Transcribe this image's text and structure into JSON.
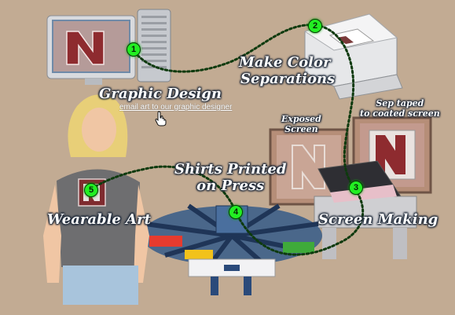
{
  "steps": [
    {
      "number": "1",
      "label": "Graphic Design"
    },
    {
      "number": "2",
      "label_lines": [
        "Make Color",
        "Separations"
      ]
    },
    {
      "number": "3",
      "label": "Screen Making"
    },
    {
      "number": "4",
      "label_lines": [
        "Shirts Printed",
        "on Press"
      ]
    },
    {
      "number": "5",
      "label": "Wearable Art"
    }
  ],
  "email_link": "email art to our graphic designer",
  "screen_labels": {
    "exposed": [
      "Exposed",
      "Screen"
    ],
    "sep_taped": [
      "Sep taped",
      "to coated screen"
    ]
  },
  "colors": {
    "background": "#c2ab93",
    "path": "#0e3a0e",
    "marker": "#22ee22"
  }
}
